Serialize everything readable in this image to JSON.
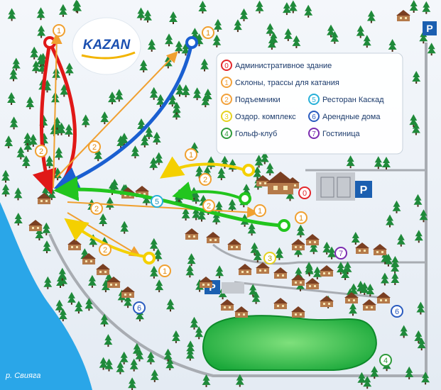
{
  "brand": {
    "logo_text": "KAZAN"
  },
  "legend": {
    "items": [
      {
        "num": "0",
        "label": "Административное здание",
        "color": "#e3262b"
      },
      {
        "num": "1",
        "label": "Склоны, трассы для катания",
        "color": "#f2a13a"
      },
      {
        "num": "2",
        "label": "Подъемники",
        "color": "#f2a13a"
      },
      {
        "num": "5",
        "label": "Ресторан Каскад",
        "color": "#27b0d8"
      },
      {
        "num": "3",
        "label": "Оздор. комплекс",
        "color": "#e6d21f"
      },
      {
        "num": "6",
        "label": "Арендные дома",
        "color": "#2a5bbf"
      },
      {
        "num": "4",
        "label": "Гольф-клуб",
        "color": "#2f9a3b"
      },
      {
        "num": "7",
        "label": "Гостиница",
        "color": "#7b2cb0"
      }
    ]
  },
  "parking": {
    "label": "P"
  },
  "river": {
    "label": "р. Свияга"
  },
  "markers": {
    "m0": "0",
    "m1": "1",
    "m2": "2",
    "m3": "3",
    "m4": "4",
    "m5": "5",
    "m6": "6",
    "m7": "7"
  }
}
